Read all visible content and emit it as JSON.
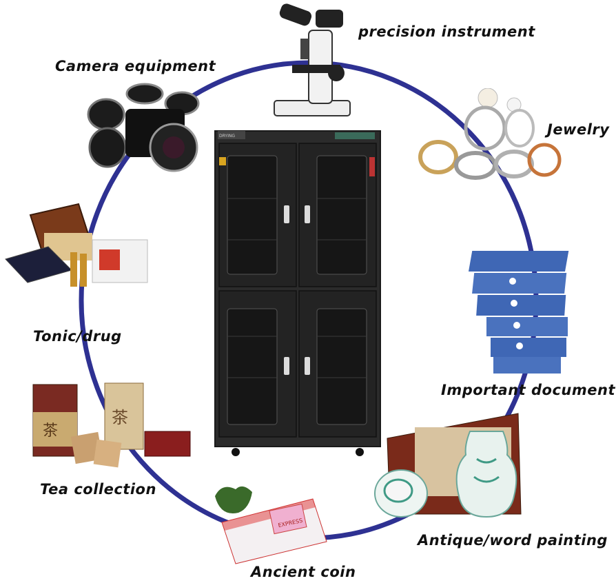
{
  "labels": {
    "precision_instrument": "precision instrument",
    "camera_equipment": "Camera equipment",
    "jewelry": "Jewelry",
    "tonic_drug": "Tonic/drug",
    "important_document": "Important document",
    "tea_collection": "Tea collection",
    "antique_painting": "Antique/word painting",
    "ancient_coin": "Ancient coin"
  },
  "colors": {
    "ring": "#2e3192",
    "cabinet": "#2b2b2b",
    "glass": "#1a1a1a",
    "binder": "#3f67b5"
  },
  "icons": [
    "microscope-icon",
    "camera-icon",
    "rings-icon",
    "binders-icon",
    "tonic-box-icon",
    "tea-box-icon",
    "vase-icon",
    "stamp-album-icon",
    "dry-cabinet-icon"
  ]
}
